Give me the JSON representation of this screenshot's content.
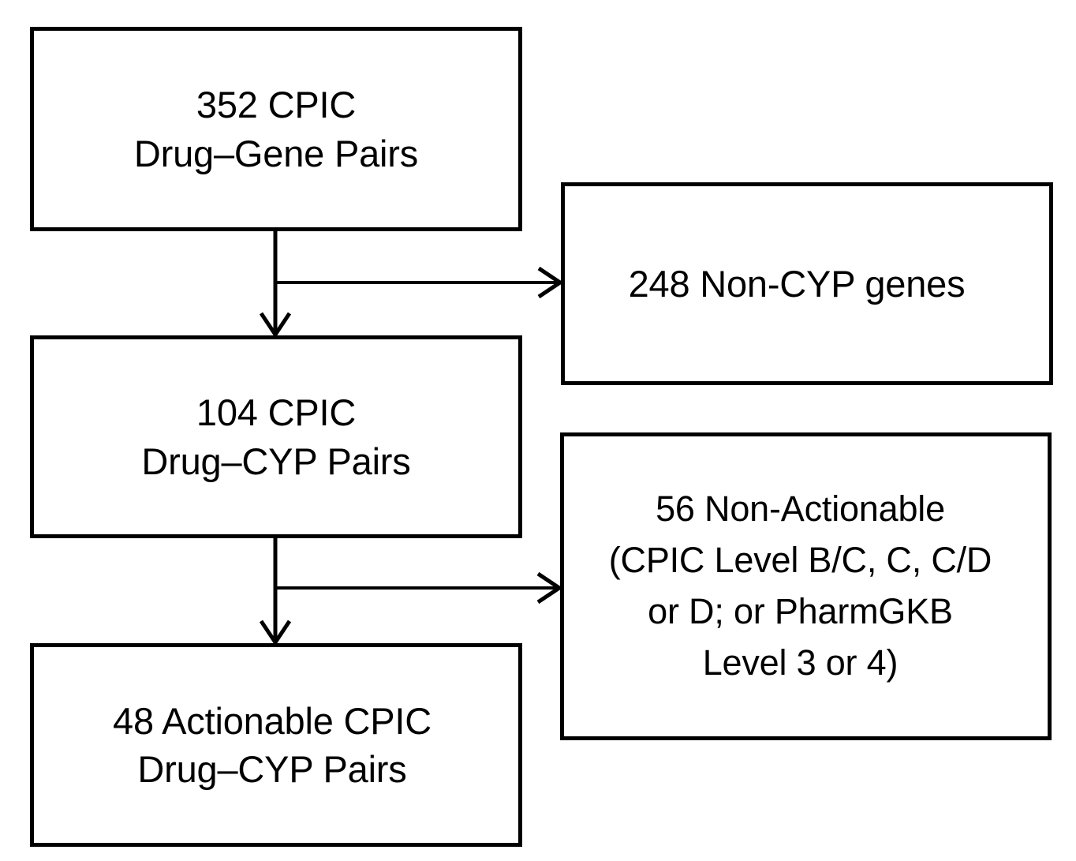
{
  "diagram": {
    "type": "flowchart",
    "title": "CPIC drug-gene pair filtering flowchart",
    "orientation": "top-to-bottom with side exclusion branches",
    "background_color": "#ffffff",
    "line_color": "#000000",
    "text_color": "#000000",
    "nodes": [
      {
        "id": "source",
        "role": "start",
        "count": 352,
        "lines": [
          "352 CPIC",
          "Drug–Gene Pairs"
        ]
      },
      {
        "id": "noncyp",
        "role": "excluded",
        "count": 248,
        "lines": [
          "248 Non-CYP genes"
        ]
      },
      {
        "id": "cyp_pairs",
        "role": "intermediate",
        "count": 104,
        "lines": [
          "104 CPIC",
          "Drug–CYP Pairs"
        ]
      },
      {
        "id": "nonactionable",
        "role": "excluded",
        "count": 56,
        "lines": [
          "56 Non-Actionable",
          "(CPIC Level B/C, C, C/D",
          "or D; or PharmGKB",
          "Level 3 or 4)"
        ]
      },
      {
        "id": "actionable",
        "role": "end",
        "count": 48,
        "lines": [
          "48 Actionable CPIC",
          "Drug–CYP Pairs"
        ]
      }
    ],
    "edges": [
      {
        "id": "source-to-cyp",
        "from": "source",
        "to": "cyp_pairs",
        "direction": "down",
        "arrowhead": "open-v",
        "label": ""
      },
      {
        "id": "source-to-noncyp",
        "from": "source",
        "to": "noncyp",
        "direction": "right",
        "arrowhead": "open-v",
        "label": ""
      },
      {
        "id": "cyp-to-actionable",
        "from": "cyp_pairs",
        "to": "actionable",
        "direction": "down",
        "arrowhead": "open-v",
        "label": ""
      },
      {
        "id": "cyp-to-nonactionable",
        "from": "cyp_pairs",
        "to": "nonactionable",
        "direction": "right",
        "arrowhead": "open-v",
        "label": ""
      }
    ]
  }
}
